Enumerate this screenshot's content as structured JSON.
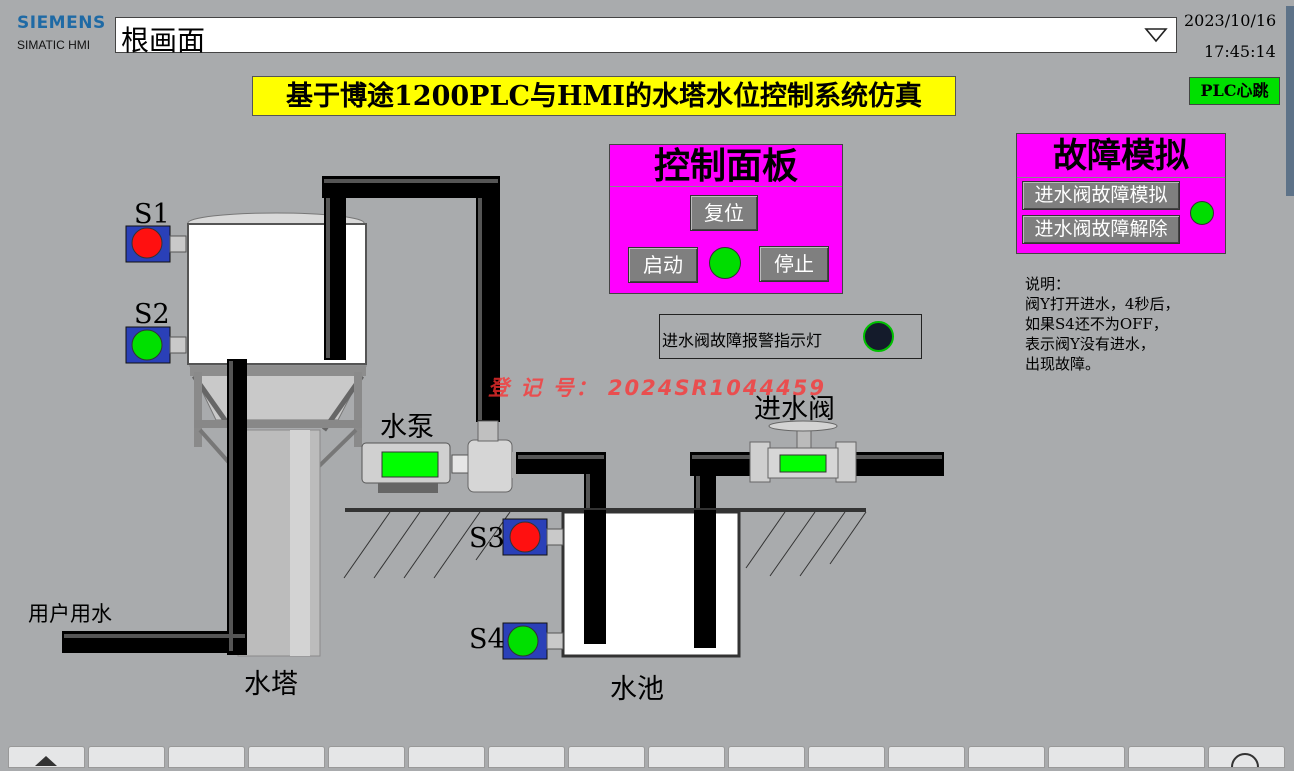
{
  "brand": {
    "line1": "SIEMENS",
    "line2": "SIMATIC HMI"
  },
  "screen_selector": {
    "value": "根画面"
  },
  "clock": {
    "date": "2023/10/16",
    "time": "17:45:14"
  },
  "title": "基于博途1200PLC与HMI的水塔水位控制系统仿真",
  "heartbeat_label": "PLC心跳",
  "control_panel": {
    "title": "控制面板",
    "reset_label": "复位",
    "start_label": "启动",
    "stop_label": "停止",
    "run_indicator": "#00dd00"
  },
  "fault_panel": {
    "title": "故障模拟",
    "simulate_label": "进水阀故障模拟",
    "clear_label": "进水阀故障解除",
    "indicator": "#00dd00"
  },
  "alarm": {
    "label": "进水阀故障报警指示灯",
    "color": "#141b2b"
  },
  "note": {
    "lines": [
      "说明：",
      "阀Y打开进水，4秒后，",
      "如果S4还不为OFF，",
      "表示阀Y没有进水，",
      "出现故障。"
    ]
  },
  "labels": {
    "pump": "水泵",
    "valve": "进水阀",
    "tower": "水塔",
    "pool": "水池",
    "user_water": "用户用水"
  },
  "sensors": [
    {
      "label": "S1",
      "color": "#ff1010"
    },
    {
      "label": "S2",
      "color": "#00e000"
    },
    {
      "label": "S3",
      "color": "#ff1010"
    },
    {
      "label": "S4",
      "color": "#00e000"
    }
  ],
  "watermark": "登 记 号： 2024SR1044459",
  "colors": {
    "background": "#a9abad",
    "title_bg": "#ffff00",
    "panel_bg": "#ff00ff",
    "pipe": "#000000"
  }
}
